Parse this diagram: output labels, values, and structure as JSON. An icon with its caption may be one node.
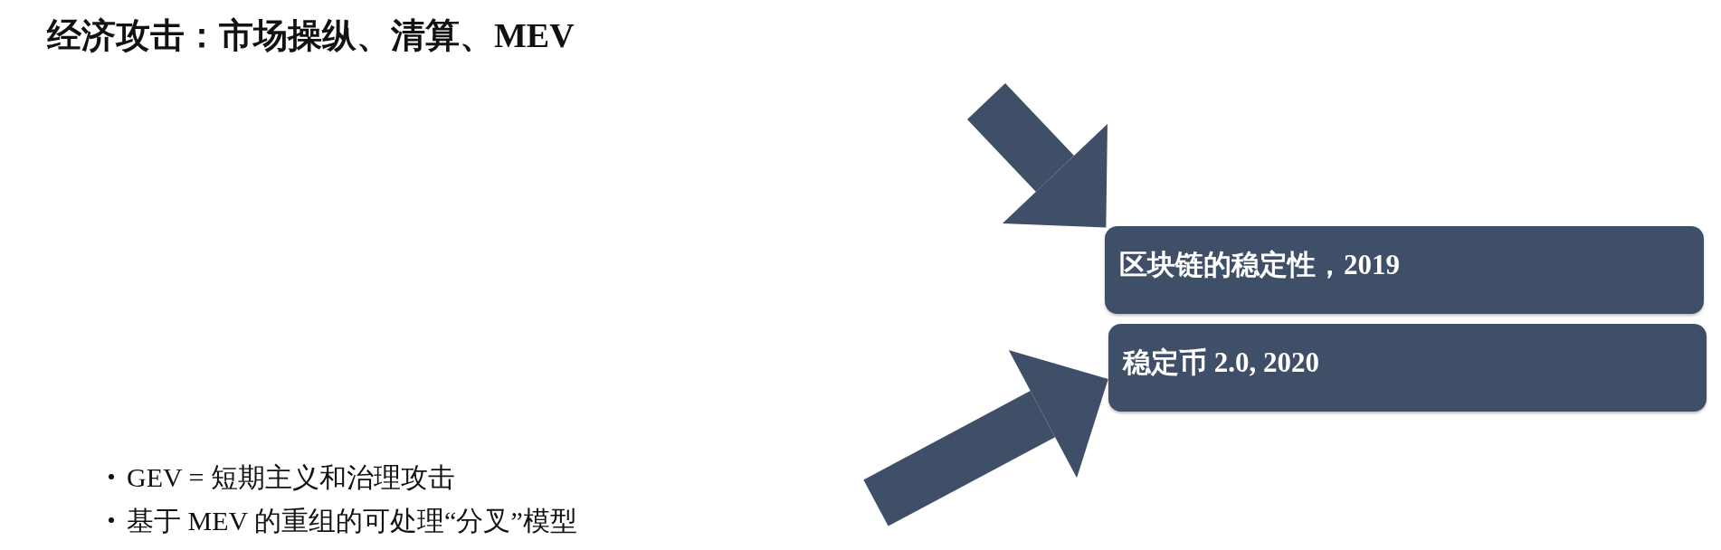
{
  "diagram": {
    "title": "经济攻击：市场操纵、清算、MEV",
    "nodes": [
      {
        "text": [
          "区块链的稳定性，2019"
        ]
      },
      {
        "text": [
          "稳定币 2.0, 2020"
        ]
      }
    ],
    "edges": [
      {
        "from": null,
        "to": 0,
        "arrow": "to"
      },
      {
        "from": null,
        "to": 1,
        "arrow": "to"
      }
    ],
    "labels": [
      "GEV = 短期主义和治理攻击",
      "基于 MEV 的重组的可处理“分叉”模型"
    ]
  }
}
